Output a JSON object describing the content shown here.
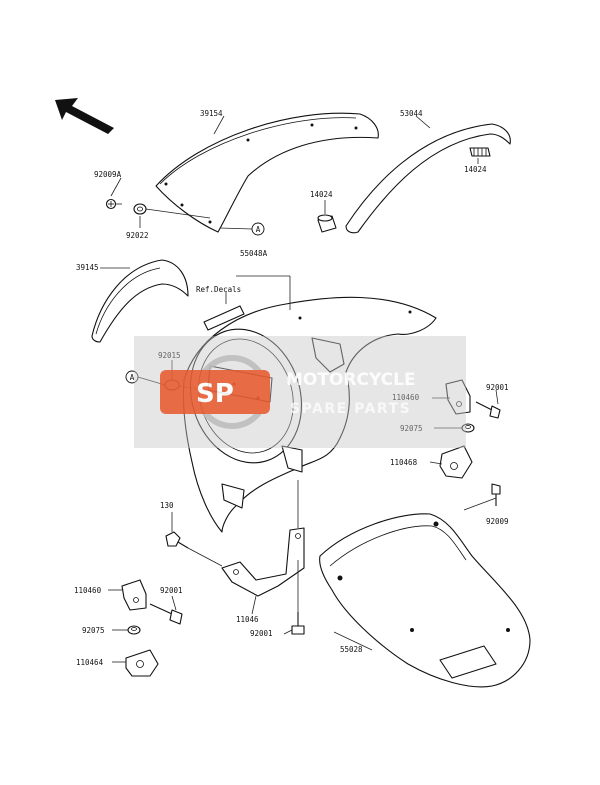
{
  "diagram": {
    "labels": {
      "p39154": "39154",
      "p53044": "53044",
      "p92009A": "92009A",
      "p92022": "92022",
      "p14024a": "14024",
      "p14024b": "14024",
      "p39145": "39145",
      "p55048A": "55048A",
      "refDecals": "Ref.Decals",
      "p92015": "92015",
      "p92001a": "92001",
      "p110460a": "110460",
      "p92075a": "92075",
      "p110468": "110468",
      "p92009": "92009",
      "p130": "130",
      "p110460b": "110460",
      "p92001b": "92001",
      "p92075b": "92075",
      "p110464": "110464",
      "p11046": "11046",
      "p92001c": "92001",
      "p55028": "55028",
      "refA1": "A",
      "refA2": "A"
    },
    "watermark": {
      "line1": "MOTORCYCLE",
      "line2": "SPARE PARTS",
      "badge": "SP",
      "accent": "#e8572a",
      "panel": "#c8c8c8"
    }
  }
}
